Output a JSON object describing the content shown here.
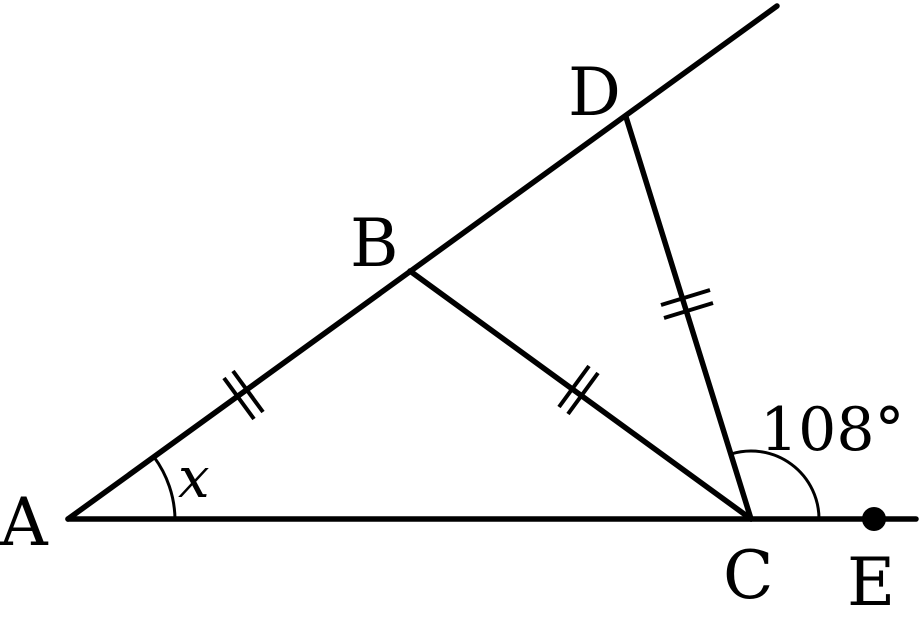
{
  "points": {
    "A": "A",
    "B": "B",
    "C": "C",
    "D": "D",
    "E": "E"
  },
  "angles": {
    "unknown_at_A": "x",
    "exterior_at_C": "108°"
  },
  "equal_marks": "||",
  "colors": {
    "ink": "#000000",
    "background": "#ffffff"
  }
}
